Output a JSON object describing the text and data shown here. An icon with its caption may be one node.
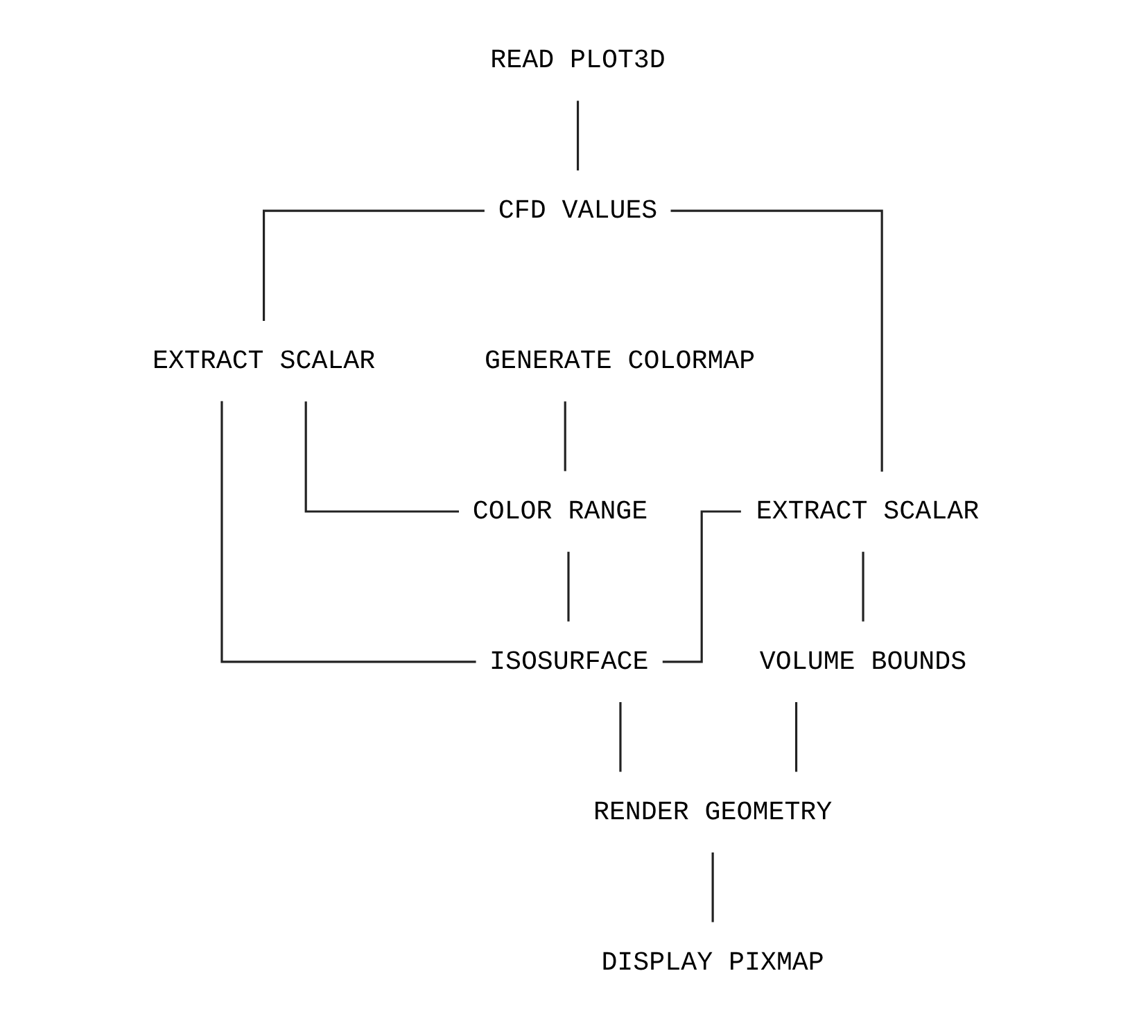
{
  "diagram": {
    "nodes": [
      {
        "text": [
          "READ PLOT3D"
        ]
      },
      {
        "text": [
          "CFD VALUES"
        ]
      },
      {
        "text": [
          "GENERATE COLORMAP"
        ]
      },
      {
        "text": [
          "EXTRACT SCALAR"
        ]
      },
      {
        "text": [
          "EXTRACT SCALAR"
        ]
      },
      {
        "text": [
          "COLOR RANGE"
        ]
      },
      {
        "text": [
          "VOLUME BOUNDS"
        ]
      },
      {
        "text": [
          "ISOSURFACE"
        ]
      },
      {
        "text": [
          "RENDER GEOMETRY"
        ]
      },
      {
        "text": [
          "DISPLAY PIXMAP"
        ]
      }
    ],
    "edges": [
      {
        "from": 0,
        "to": 1,
        "arrow": "none"
      },
      {
        "from": 1,
        "to": 3,
        "arrow": "none"
      },
      {
        "from": 1,
        "to": 4,
        "arrow": "none"
      },
      {
        "from": 2,
        "to": 5,
        "arrow": "none"
      },
      {
        "from": 3,
        "to": 5,
        "arrow": "none"
      },
      {
        "from": 3,
        "to": 7,
        "arrow": "none"
      },
      {
        "from": 5,
        "to": 7,
        "arrow": "none"
      },
      {
        "from": 4,
        "to": 7,
        "arrow": "none"
      },
      {
        "from": 4,
        "to": 6,
        "arrow": "none"
      },
      {
        "from": 7,
        "to": 8,
        "arrow": "none"
      },
      {
        "from": 6,
        "to": 8,
        "arrow": "none"
      },
      {
        "from": 8,
        "to": 9,
        "arrow": "none"
      }
    ]
  }
}
